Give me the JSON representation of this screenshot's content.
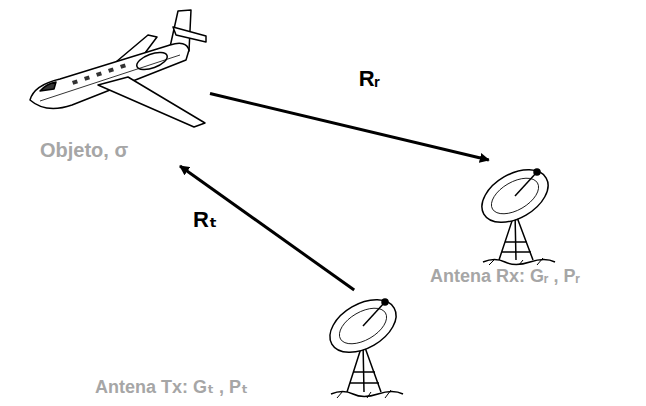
{
  "diagram": {
    "nodes": [
      {
        "text": [
          "Objeto, σ"
        ]
      },
      {
        "text": [
          "Antena Rx: Gᵣ , Pᵣ"
        ]
      },
      {
        "text": [
          "Antena Tx: Gₜ , Pₜ"
        ]
      }
    ],
    "edges": [
      {
        "from": 0,
        "to": 1,
        "arrow": "to",
        "label": "Rᵣ"
      },
      {
        "from": 2,
        "to": 0,
        "arrow": "to",
        "label": "Rₜ"
      }
    ]
  }
}
